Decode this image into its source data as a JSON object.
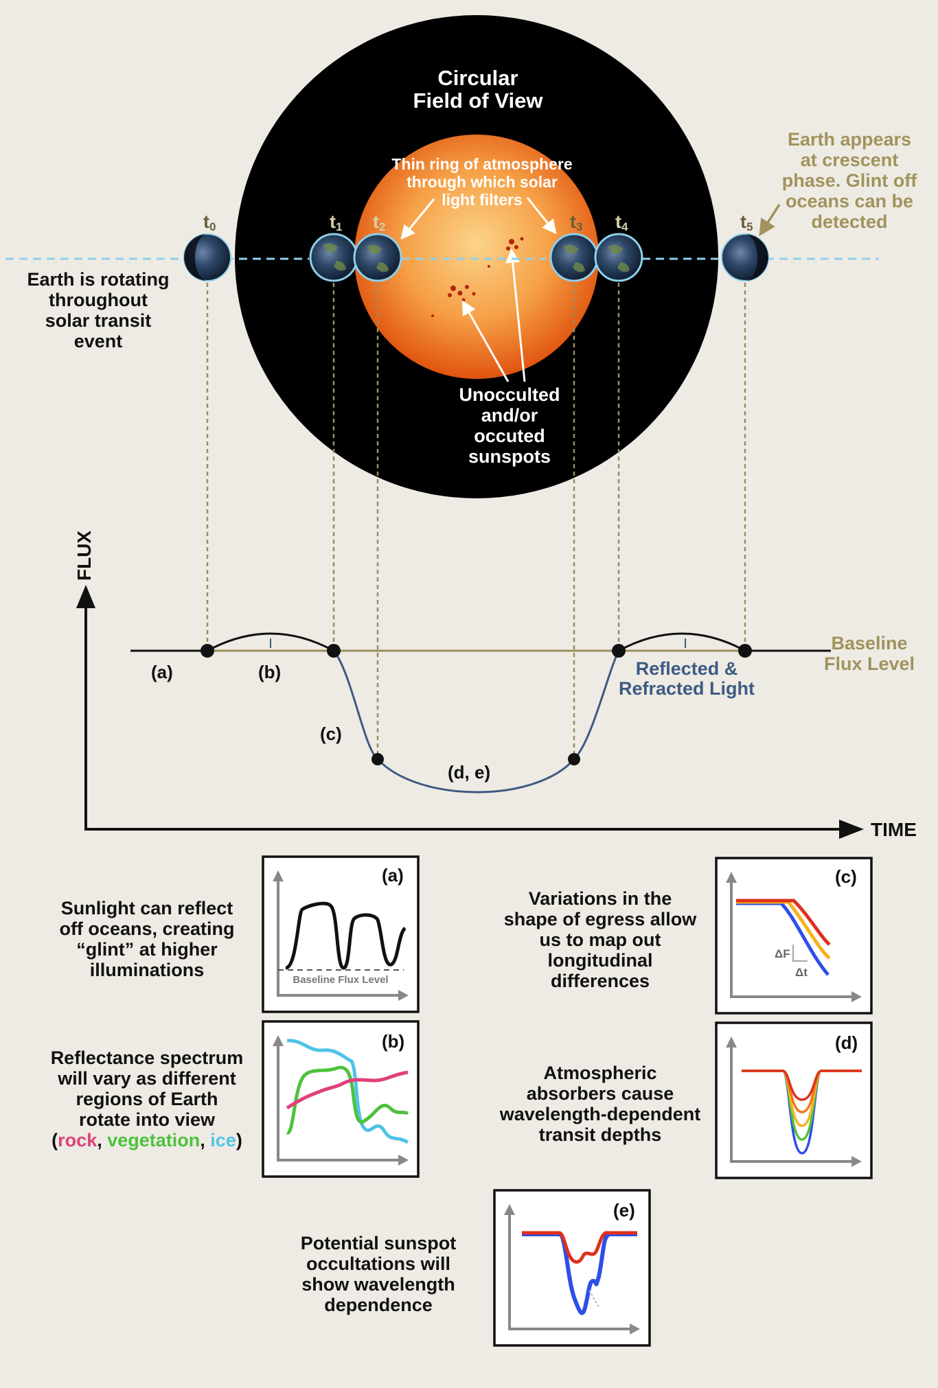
{
  "colors": {
    "background": "#eeebe4",
    "field_of_view": "#000000",
    "sun_core": "#f9c36b",
    "sun_edge": "#e35a12",
    "baseline": "#9a8e5e",
    "dashed_path": "#8fd0ea",
    "curve": "#3d5a82",
    "annotation_olive": "#a0935c",
    "rock": "#e0407a",
    "vegetation": "#4ec23c",
    "ice": "#4fc3e8"
  },
  "top": {
    "fov_title_line1": "Circular",
    "fov_title_line2": "Field of View",
    "ring_label": [
      "Thin ring of atmosphere",
      "through which solar",
      "light filters"
    ],
    "sunspot_label": [
      "Unocculted",
      "and/or",
      "occuted",
      "sunspots"
    ],
    "rotation_label": [
      "Earth is rotating",
      "throughout",
      "solar transit",
      "event"
    ],
    "crescent_label": [
      "Earth appears",
      "at crescent",
      "phase. Glint off",
      "oceans can be",
      "detected"
    ],
    "time_markers": [
      "t",
      "t",
      "t",
      "t",
      "t",
      "t"
    ],
    "time_subscripts": [
      "0",
      "1",
      "2",
      "3",
      "4",
      "5"
    ],
    "earth_icon": "earth-globe-icon"
  },
  "lightcurve": {
    "y_axis_label": "FLUX",
    "x_axis_label": "TIME",
    "baseline_label_line1": "Baseline",
    "baseline_label_line2": "Flux Level",
    "reflected_label_line1": "Reflected &",
    "reflected_label_line2": "Refracted Light",
    "phase_a": "(a)",
    "phase_b": "(b)",
    "phase_c": "(c)",
    "phase_de": "(d, e)"
  },
  "panels": {
    "a": {
      "tag": "(a)",
      "caption": [
        "Sunlight can reflect",
        "off oceans, creating",
        "“glint” at higher",
        "illuminations"
      ],
      "inner_label": "Baseline Flux Level"
    },
    "b": {
      "tag": "(b)",
      "caption": [
        "Reflectance spectrum",
        "will vary as different",
        "regions of Earth",
        "rotate into view"
      ],
      "legend_open": "(",
      "legend_rock": "rock",
      "legend_sep1": ", ",
      "legend_vegetation": "vegetation",
      "legend_sep2": ", ",
      "legend_ice": "ice",
      "legend_close": ")"
    },
    "c": {
      "tag": "(c)",
      "caption": [
        "Variations in the",
        "shape of egress allow",
        "us to map out",
        "longitudinal",
        "differences"
      ],
      "delta_f": "ΔF",
      "delta_t": "Δt"
    },
    "d": {
      "tag": "(d)",
      "caption": [
        "Atmospheric",
        "absorbers cause",
        "wavelength-dependent",
        "transit depths"
      ]
    },
    "e": {
      "tag": "(e)",
      "caption": [
        "Potential sunspot",
        "occultations will",
        "show wavelength",
        "dependence"
      ]
    }
  }
}
